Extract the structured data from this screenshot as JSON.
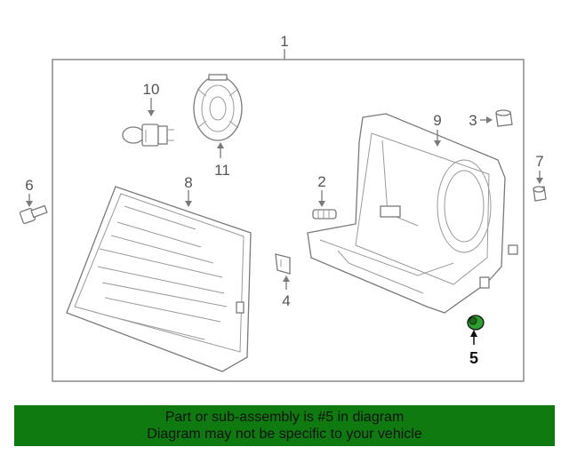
{
  "diagram": {
    "callouts": {
      "c1": "1",
      "c2": "2",
      "c3": "3",
      "c4": "4",
      "c5": "5",
      "c6": "6",
      "c7": "7",
      "c8": "8",
      "c9": "9",
      "c10": "10",
      "c11": "11"
    },
    "highlight_color": "#2e9e2e"
  },
  "footer": {
    "line1": "Part or sub-assembly is #5 in diagram",
    "line2": "Diagram may not be specific to your vehicle",
    "background": "#0f7a0f"
  }
}
